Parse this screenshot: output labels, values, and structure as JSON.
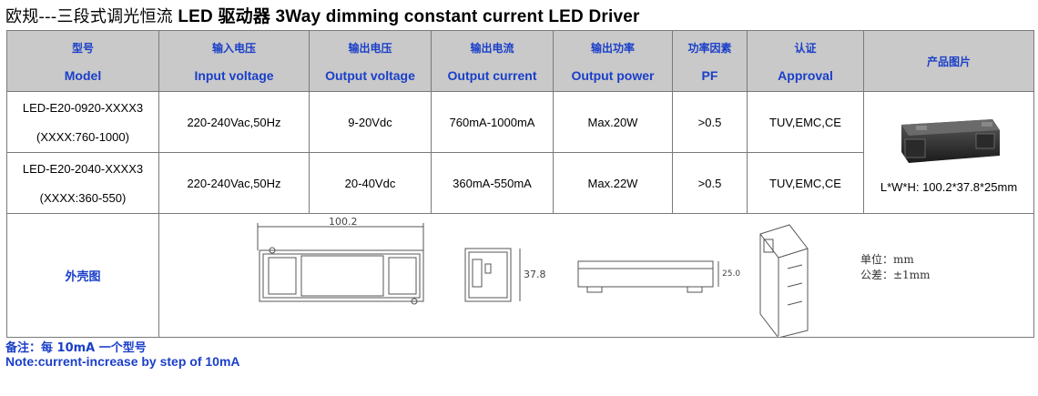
{
  "title": {
    "zh": "欧规---三段式调光恒流",
    "en": " LED 驱动器  3Way dimming constant current LED Driver"
  },
  "header": {
    "model": {
      "zh": "型号",
      "en": "Model"
    },
    "input": {
      "zh": "输入电压",
      "en": "Input voltage"
    },
    "output_voltage": {
      "zh": "输出电压",
      "en": "Output voltage"
    },
    "output_current": {
      "zh": "输出电流",
      "en": "Output current"
    },
    "output_power": {
      "zh": "输出功率",
      "en": "Output power"
    },
    "pf": {
      "zh": "功率因素",
      "en": "PF"
    },
    "approval": {
      "zh": "认证",
      "en": "Approval"
    },
    "picture": "产品图片"
  },
  "rows": [
    {
      "model": "LED-E20-0920-XXXX3",
      "model_range": "(XXXX:760-1000)",
      "input": "220-240Vac,50Hz",
      "output_voltage": "9-20Vdc",
      "output_current": "760mA-1000mA",
      "output_power": "Max.20W",
      "pf": ">0.5",
      "approval": "TUV,EMC,CE"
    },
    {
      "model": "LED-E20-2040-XXXX3",
      "model_range": "(XXXX:360-550)",
      "input": "220-240Vac,50Hz",
      "output_voltage": "20-40Vdc",
      "output_current": "360mA-550mA",
      "output_power": "Max.22W",
      "pf": ">0.5",
      "approval": "TUV,EMC,CE"
    }
  ],
  "dimensions": "L*W*H: 100.2*37.8*25mm",
  "shell": {
    "label": "外壳图",
    "length_label": "100.2",
    "width_label": "37.8",
    "height_label": "25.0",
    "unit": "单位：mm",
    "tolerance": "公差：±1mm"
  },
  "notes": {
    "zh": "备注：每 10mA 一个型号",
    "en": "Note:current-increase by step of 10mA"
  }
}
